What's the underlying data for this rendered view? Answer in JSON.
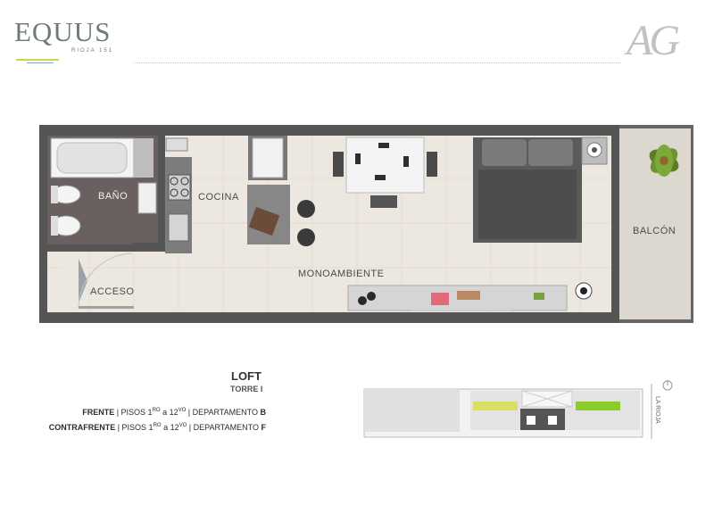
{
  "brand": {
    "name": "EQUUS",
    "subtitle": "RIOJA 151"
  },
  "developer_logo": "AG",
  "rooms": {
    "bath": "BAÑO",
    "kitchen": "COCINA",
    "studio": "MONOAMBIENTE",
    "access": "ACCESO",
    "balcony": "BALCÓN"
  },
  "unit": {
    "title": "LOFT",
    "tower": "TORRE I"
  },
  "floors": {
    "row1": {
      "label": "FRENTE",
      "floors_prefix": "PISOS 1",
      "sup1": "RO",
      "floors_mid": "a 12",
      "sup2": "VO",
      "dept_label": "DEPARTAMENTO",
      "dept": "B"
    },
    "row2": {
      "label": "CONTRAFRENTE",
      "floors_prefix": "PISOS 1",
      "sup1": "RO",
      "floors_mid": "a 12",
      "sup2": "VO",
      "dept_label": "DEPARTAMENTO",
      "dept": "F"
    }
  },
  "keyplan": {
    "street": "LA RIOJA"
  },
  "colors": {
    "wall": "#555555",
    "floor": "#ede8df",
    "bath_floor": "#6a6060",
    "accent_green": "#8ccc2a",
    "accent_yellow": "#d8df63",
    "balcony": "#dcd8d0"
  }
}
